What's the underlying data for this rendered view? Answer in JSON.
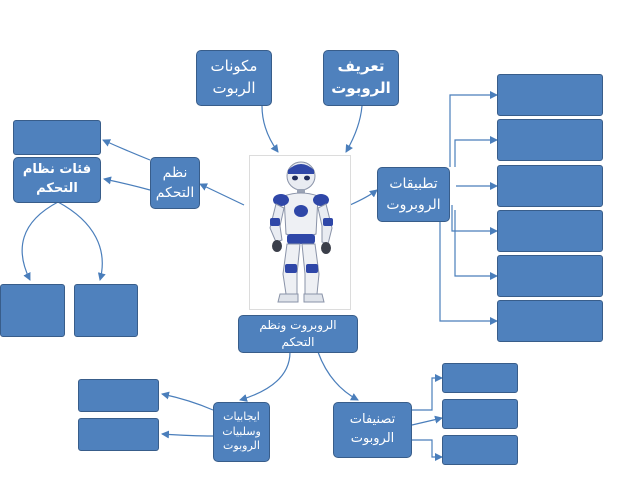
{
  "nodes": {
    "definition": {
      "line1": "تعريف",
      "line2": "الروبوت"
    },
    "components": {
      "line1": "مكونات",
      "line2": "الربوت"
    },
    "control_systems": {
      "line1": "نظم",
      "line2": "التحكم"
    },
    "control_categories": {
      "line1": "فئات نظام",
      "line2": "التحكم"
    },
    "applications": {
      "line1": "تطبيقات",
      "line2": "الروبروت"
    },
    "center": {
      "line1": "الروبروت ونظم",
      "line2": "التحكم"
    },
    "pros_cons": {
      "line1": "ايجابيات",
      "line2": "وسلبيات",
      "line3": "الروبوت"
    },
    "classifications": {
      "line1": "تصنيفات",
      "line2": "الروبوت"
    }
  },
  "colors": {
    "box_fill": "#4f81bd",
    "box_border": "#385d8a",
    "connector": "#4a7ebb"
  }
}
